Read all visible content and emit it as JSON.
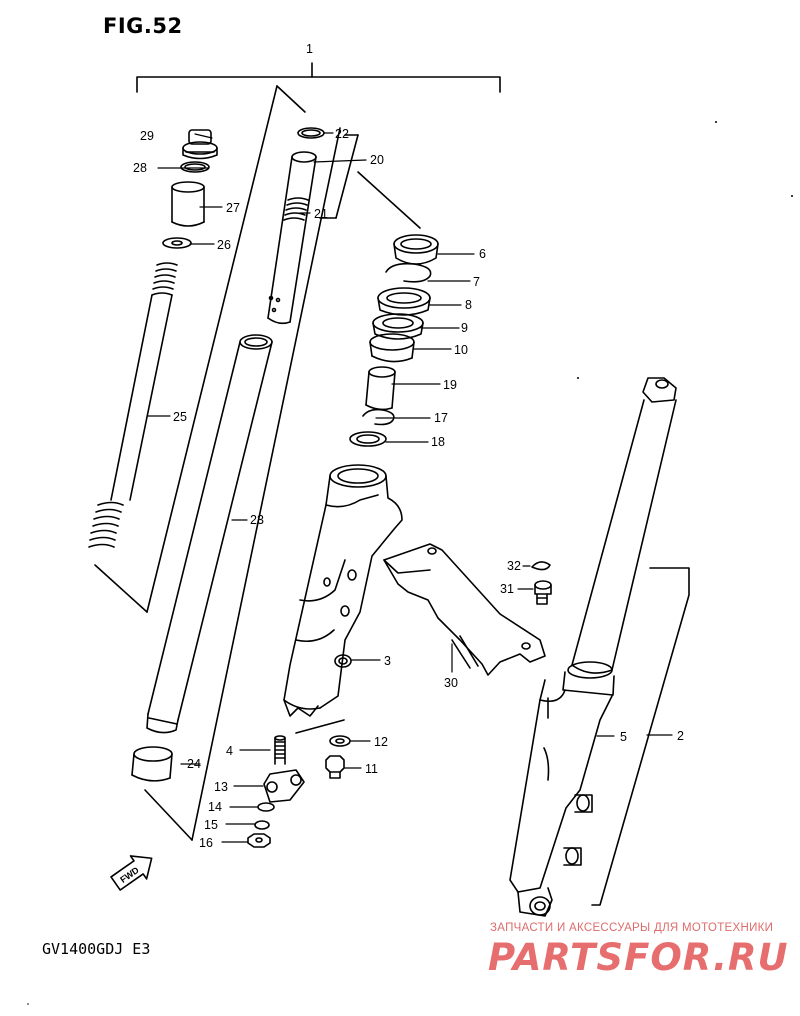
{
  "figure": {
    "title": "FIG.52",
    "model": "GV1400GDJ  E3"
  },
  "watermark": {
    "tagline": "ЗАПЧАСТИ И АКСЕССУАРЫ ДЛЯ МОТОТЕХНИКИ",
    "logo": "PARTSFOR.RU"
  },
  "callouts": {
    "c1": "1",
    "c2": "2",
    "c3": "3",
    "c4": "4",
    "c5": "5",
    "c6": "6",
    "c7": "7",
    "c8": "8",
    "c9": "9",
    "c10": "10",
    "c11": "11",
    "c12": "12",
    "c13": "13",
    "c14": "14",
    "c15": "15",
    "c16": "16",
    "c17": "17",
    "c18": "18",
    "c19": "19",
    "c20": "20",
    "c21": "21",
    "c22": "22",
    "c23": "23",
    "c24": "24",
    "c25": "25",
    "c26": "26",
    "c27": "27",
    "c28": "28",
    "c29": "29",
    "c30": "30",
    "c31": "31",
    "c32": "32"
  },
  "colors": {
    "ink": "#000000",
    "watermark": "#e04a4a"
  },
  "icons": {
    "fwd_arrow": "fwd-arrow-icon"
  }
}
